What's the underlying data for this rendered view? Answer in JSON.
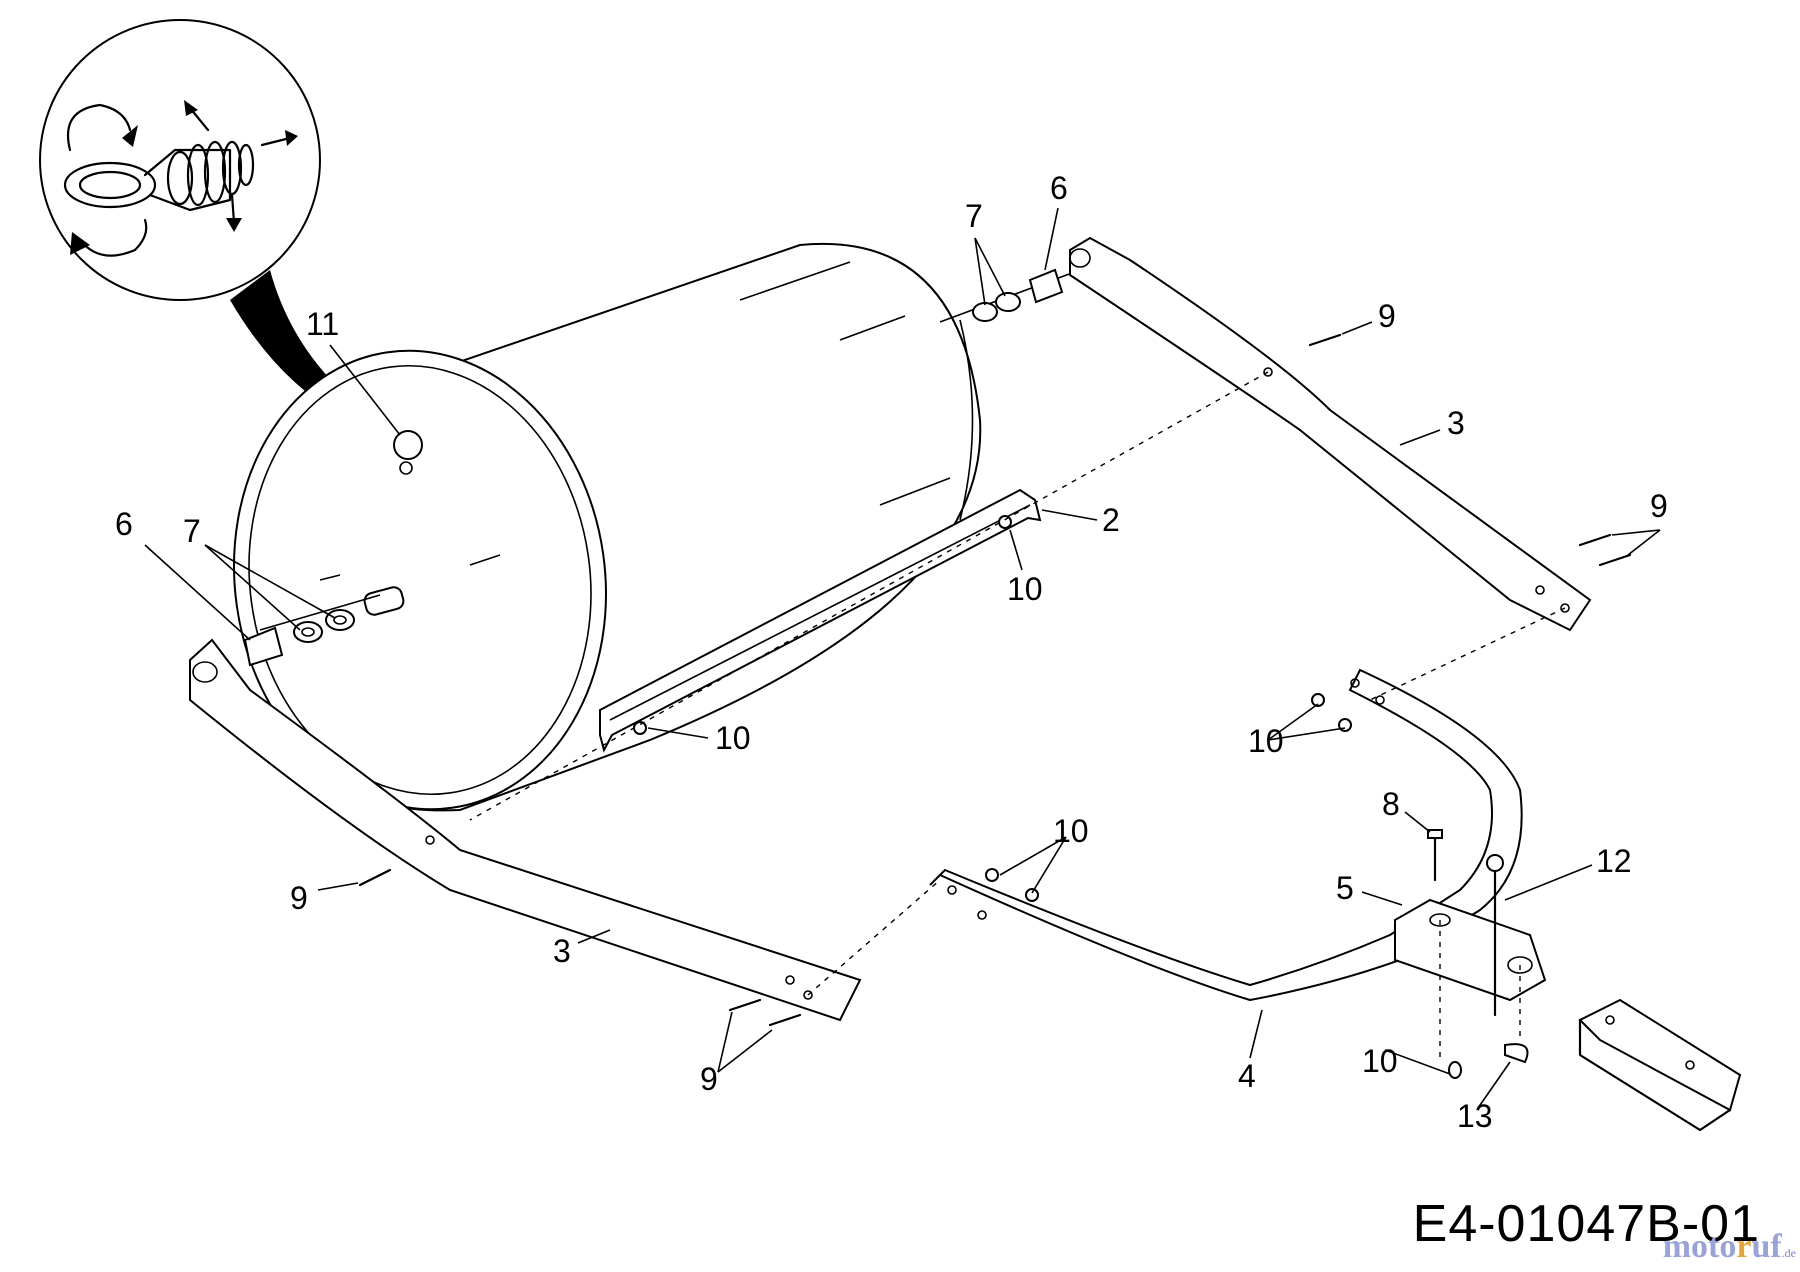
{
  "diagram": {
    "id_label": "E4-01047B-01",
    "callouts": [
      "11",
      "6",
      "7",
      "7",
      "6",
      "9",
      "3",
      "2",
      "10",
      "9",
      "10",
      "10",
      "9",
      "3",
      "10",
      "8",
      "12",
      "5",
      "9",
      "4",
      "10",
      "13"
    ],
    "watermark": {
      "prefix": "moto",
      "accent": "r",
      "suffix": "uf",
      "domain": ".de",
      "colors": {
        "text": "#9aa3d6",
        "accent": "#e8a23a"
      }
    }
  }
}
